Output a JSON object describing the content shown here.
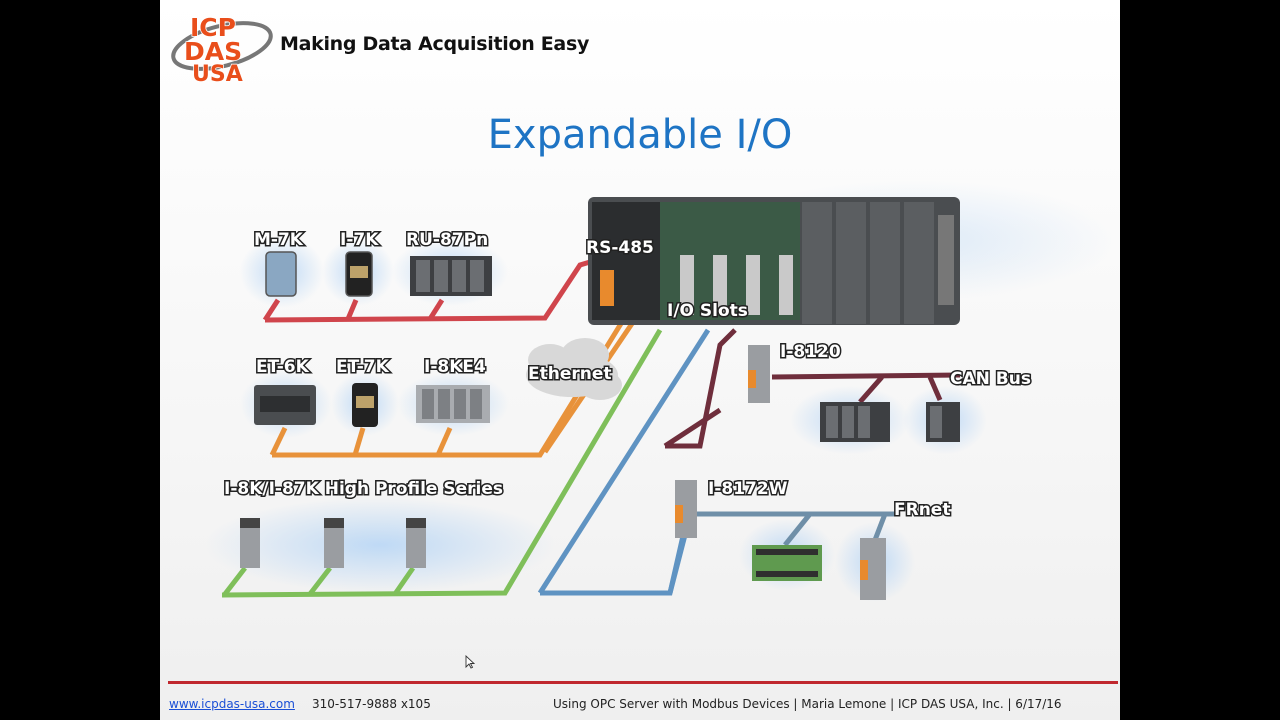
{
  "header": {
    "logo_text": [
      "ICP",
      "DAS",
      "USA"
    ],
    "tagline": "Making Data Acquisition Easy"
  },
  "slide": {
    "title": "Expandable I/O"
  },
  "diagram": {
    "labels": {
      "m7k": "M-7K",
      "i7k": "I-7K",
      "ru87pn": "RU-87Pn",
      "rs485": "RS-485",
      "io_slots": "I/O Slots",
      "ethernet": "Ethernet",
      "et6k": "ET-6K",
      "et7k": "ET-7K",
      "i8ke4": "I-8KE4",
      "i8120": "I-8120",
      "can_bus": "CAN Bus",
      "high_profile": "I-8K/I-87K High Profile Series",
      "i8172w": "I-8172W",
      "frnet": "FRnet"
    },
    "colors": {
      "rs485": "#d0454c",
      "ethernet": "#e8923a",
      "green": "#7fbf5a",
      "blue": "#5f93c2",
      "can": "#6f2e3c",
      "frnet": "#6f8fa8",
      "glow": "#bcd8f5"
    }
  },
  "footer": {
    "url": "www.icpdas-usa.com",
    "phone": "310-517-9888 x105",
    "info": "Using OPC Server with Modbus Devices  |  Maria Lemone | ICP DAS USA, Inc. | 6/17/16"
  }
}
